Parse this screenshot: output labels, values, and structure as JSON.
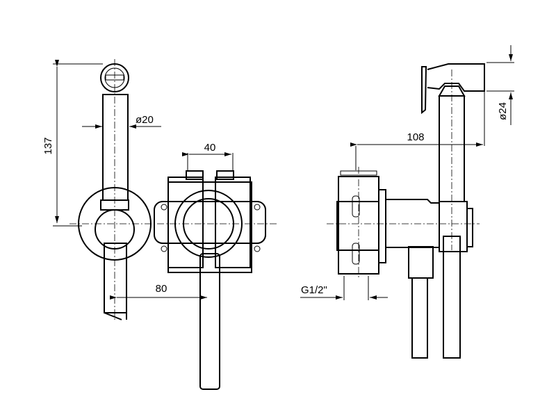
{
  "drawing": {
    "dimensions": {
      "height_total": "137",
      "hose_diameter": "ø20",
      "inlet_spacing": "40",
      "offset": "80",
      "projection": "108",
      "head_diameter": "ø24",
      "thread": "G1/2\""
    }
  }
}
